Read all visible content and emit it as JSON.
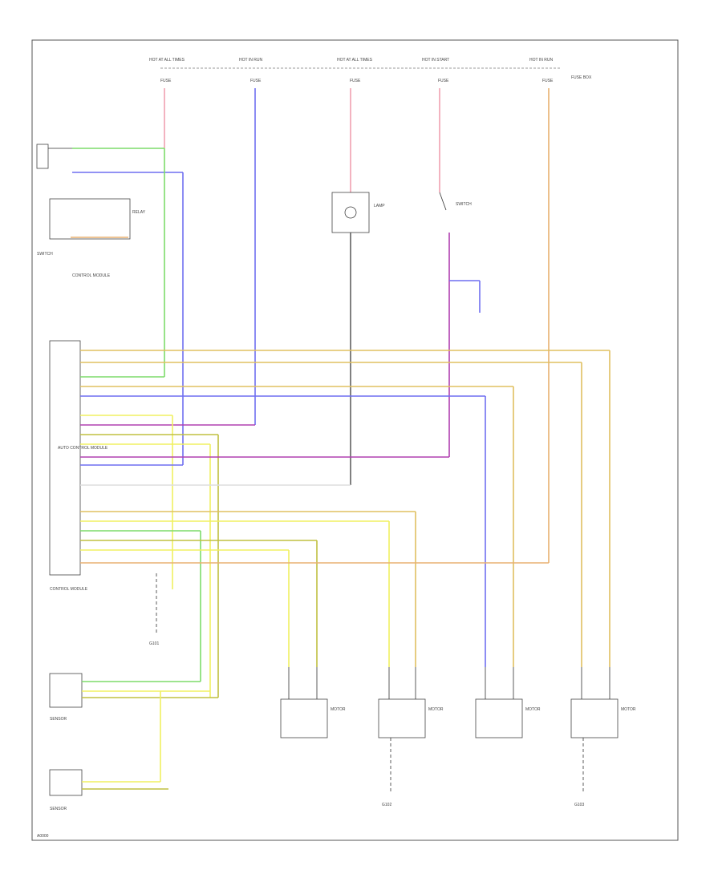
{
  "colors": {
    "green": "#7ddc6a",
    "blue": "#6f6ff0",
    "pink": "#f0a0b0",
    "tan": "#e8b070",
    "purple": "#b040b0",
    "yellow": "#f0f060",
    "olive": "#c0c040",
    "gray": "#606060",
    "gold": "#e0c060"
  },
  "labels": {
    "fuse_box": "FUSE BOX",
    "fuse_1": "FUSE",
    "fuse_2": "FUSE",
    "fuse_3": "FUSE",
    "fuse_4": "FUSE",
    "fuse_5": "FUSE",
    "hot_1": "HOT AT ALL TIMES",
    "hot_2": "HOT IN RUN",
    "hot_3": "HOT AT ALL TIMES",
    "hot_4": "HOT IN START",
    "hot_5": "HOT IN RUN",
    "switch_label": "SWITCH",
    "module_label": "CONTROL MODULE",
    "module_desc": "AUTO CONTROL MODULE",
    "ground_1": "G101",
    "ground_2": "G102",
    "ground_3": "G103",
    "motor_1": "MOTOR",
    "motor_2": "MOTOR",
    "motor_3": "MOTOR",
    "motor_4": "MOTOR",
    "lower_comp_1": "SENSOR",
    "lower_comp_2": "SENSOR",
    "relay_label": "RELAY",
    "lamp_label": "LAMP",
    "footer_code": "A0000"
  }
}
